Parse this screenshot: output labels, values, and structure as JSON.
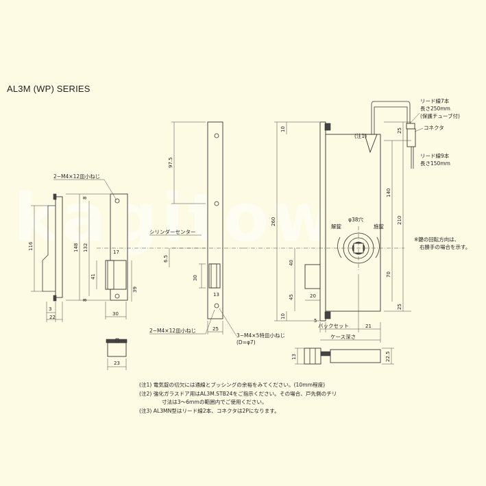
{
  "title": "AL3M (WP)  SERIES",
  "watermark": "kagitown",
  "labels": {
    "screw_label_1": "2−M4×12皿小ねじ",
    "screw_label_2": "2−M4×12皿小ねじ",
    "screw_label_3": "3−M4×5特皿小ねじ",
    "screw_d": "(D=φ7)",
    "cylinder_center": "シリンダーセンター",
    "note1_ref": "(注1)",
    "lead_7": "リード線7本",
    "lead_7_len": "長さ250mm",
    "lead_7_tube": "(保護チューブ付)",
    "connector": "コネクタ",
    "lead_9": "リード線9本",
    "lead_9_len": "長さ150mm",
    "hole": "φ38穴",
    "unlock": "解錠",
    "lock": "施錠",
    "backset": "バックセット",
    "case_depth": "ケース深さ",
    "rotation_note_1": "※鍵の回転方向は、",
    "rotation_note_2": "右勝手の場合を示す。"
  },
  "dims": {
    "d116": "116",
    "d3": "3",
    "d22": "22",
    "d148": "148",
    "d132": "132",
    "d8a": "8",
    "d8b": "8",
    "d30": "30",
    "d39": "39",
    "d41": "41",
    "d17": "17",
    "d65": "6.5",
    "d975": "97.5",
    "d30b": "30",
    "d13": "13",
    "d25": "25",
    "d23": "23",
    "d10a": "10",
    "d260": "260",
    "d10b": "10",
    "d40": "40",
    "d45": "45",
    "d20": "20",
    "d5": "5",
    "d21": "21",
    "d25a": "25",
    "d140": "140",
    "d210": "210",
    "d70": "70",
    "d25b": "25",
    "d13b": "13",
    "d225": "22.5"
  },
  "notes": {
    "n1": "(注1) 電気錠の切欠には通線とブッシングの余裕をみてください。(10mm程度)",
    "n2a": "(注2) 強化ガラスドア用はAL3M.STB24をご指示ください。その場合、戸先側のチリ",
    "n2b": "寸法は3～6mmの範囲内でご使用ください。",
    "n3": "(注3) AL3MN型はリード線2本、コネクタは2Pになります。"
  }
}
